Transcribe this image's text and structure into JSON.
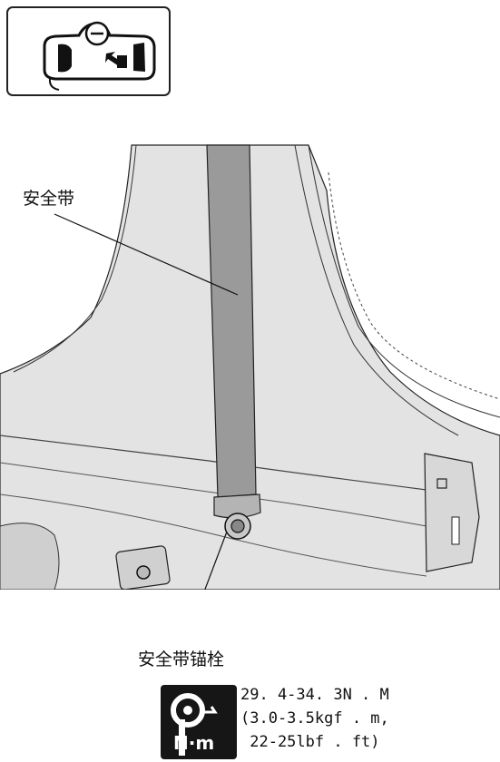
{
  "callouts": {
    "seat_belt": "安全带",
    "seat_belt_anchor_bolt": "安全带锚栓"
  },
  "torque": {
    "icon": "torque-wrench-icon",
    "unit_badge": "N·m",
    "lines": [
      "29. 4-34. 3N . M",
      "(3.0-3.5kgf . m,",
      " 22-25lbf . ft)"
    ]
  },
  "locator": {
    "icon": "vehicle-top-view-icon"
  },
  "colors": {
    "belt": "#9a9a9a",
    "panel": "#e2e2e2",
    "icon_bg": "#161616"
  }
}
